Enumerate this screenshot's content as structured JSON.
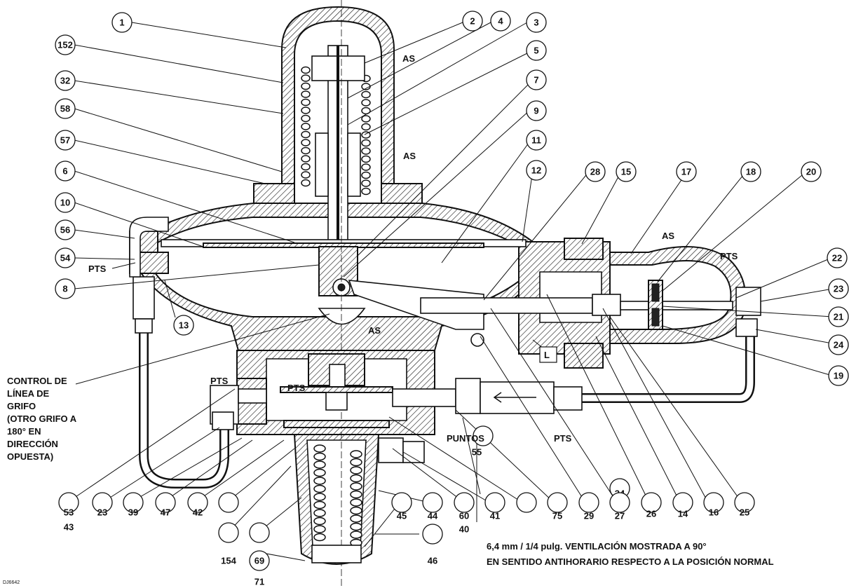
{
  "drawing_id": "DJ6642",
  "part_numbers": {
    "n1": "1",
    "n2": "2",
    "n3": "3",
    "n4": "4",
    "n5": "5",
    "n6": "6",
    "n7": "7",
    "n8": "8",
    "n9": "9",
    "n10": "10",
    "n11": "11",
    "n12": "12",
    "n13": "13",
    "n14": "14",
    "n15": "15",
    "n16": "16",
    "n17": "17",
    "n18": "18",
    "n19": "19",
    "n20": "20",
    "n21": "21",
    "n22": "22",
    "n23": "23",
    "n24": "24",
    "n25": "25",
    "n26": "26",
    "n27": "27",
    "n28": "28",
    "n29": "29",
    "n32": "32",
    "n34": "34",
    "n39": "39",
    "n40": "40",
    "n41": "41",
    "n42": "42",
    "n43": "43",
    "n44": "44",
    "n45": "45",
    "n46": "46",
    "n47": "47",
    "n53": "53",
    "n54": "54",
    "n55": "55",
    "n56": "56",
    "n57": "57",
    "n58": "58",
    "n60": "60",
    "n69": "69",
    "n71": "71",
    "n75": "75",
    "n152": "152",
    "n154": "154"
  },
  "callouts": {
    "as": "AS",
    "pts": "PTS",
    "puntos": "PUNTOS",
    "l": "L"
  },
  "tap_note": {
    "line1": "CONTROL DE",
    "line2": "LÍNEA DE",
    "line3": "GRIFO",
    "line4": "(OTRO GRIFO A",
    "line5": "180° EN",
    "line6": "DIRECCIÓN",
    "line7": "OPUESTA)"
  },
  "vent_note": {
    "line1": "6,4 mm / 1/4 pulg. VENTILACIÓN MOSTRADA A 90°",
    "line2": "EN SENTIDO ANTIHORARIO RESPECTO A LA POSICIÓN NORMAL"
  }
}
